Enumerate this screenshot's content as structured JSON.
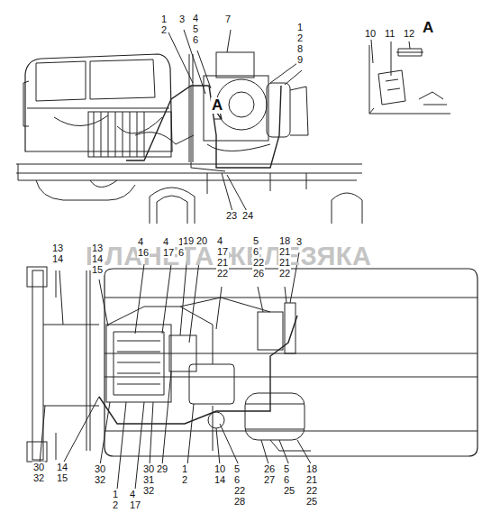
{
  "diagram": {
    "labels": [
      "1",
      "2",
      "3",
      "4",
      "5",
      "6",
      "7",
      "1",
      "2",
      "8",
      "9",
      "A",
      "23",
      "24",
      "A",
      "10",
      "11",
      "12",
      "ПЛАНЕТА ЖЕЛЕЗЯКА",
      "13",
      "14",
      "13",
      "14",
      "15",
      "4",
      "16",
      "4",
      "17",
      "1",
      "6",
      "19",
      "20",
      "4",
      "17",
      "21",
      "22",
      "5",
      "6",
      "22",
      "26",
      "18",
      "21",
      "21",
      "22",
      "3",
      "30",
      "32",
      "14",
      "15",
      "30",
      "32",
      "1",
      "2",
      "4",
      "17",
      "30",
      "31",
      "32",
      "29",
      "1",
      "2",
      "10",
      "14",
      "5",
      "6",
      "22",
      "28",
      "26",
      "27",
      "5",
      "6",
      "25",
      "18",
      "21",
      "22",
      "25"
    ]
  }
}
